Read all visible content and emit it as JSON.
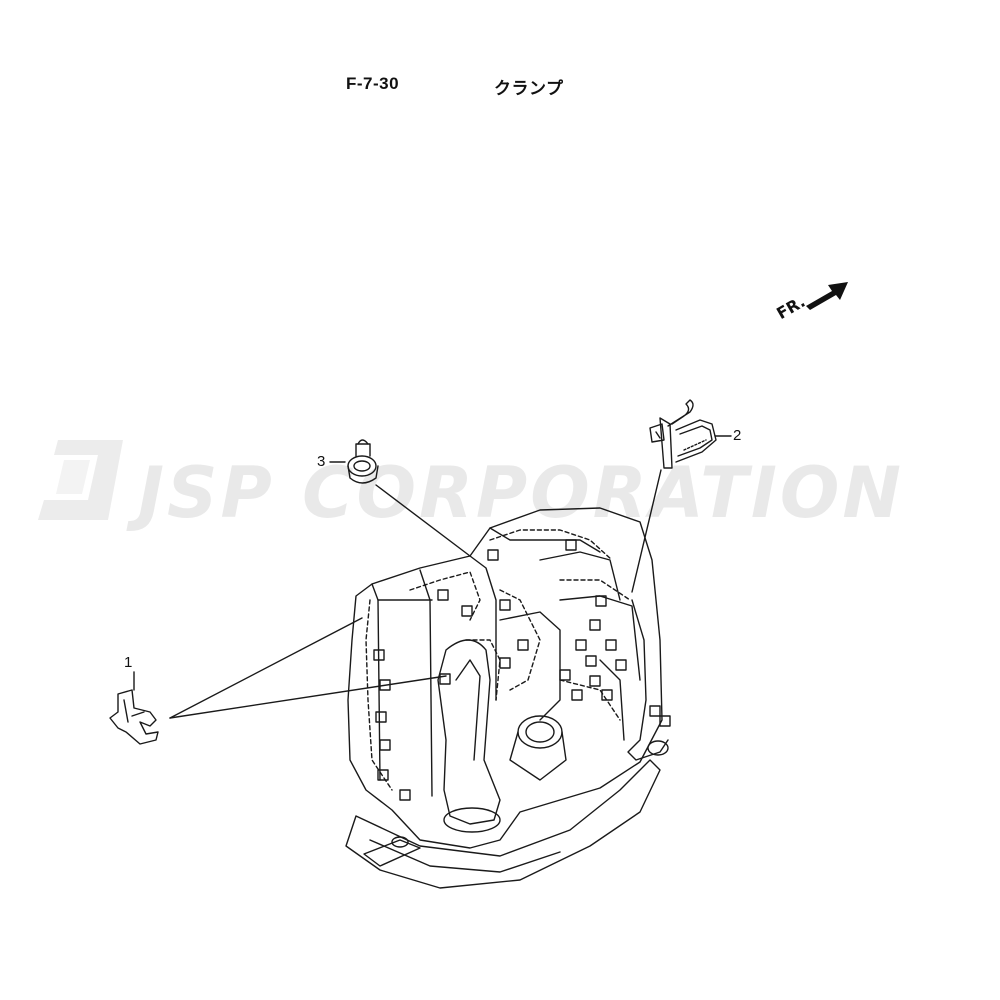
{
  "header": {
    "code": "F-7-30",
    "name": "クランプ"
  },
  "watermark": {
    "text": "JSP CORPORATION"
  },
  "direction": {
    "label": "FR."
  },
  "callouts": {
    "part1": "1",
    "part2": "2",
    "part3": "3"
  },
  "colors": {
    "line": "#1a1a1a",
    "watermark": "#e9e9e9"
  }
}
